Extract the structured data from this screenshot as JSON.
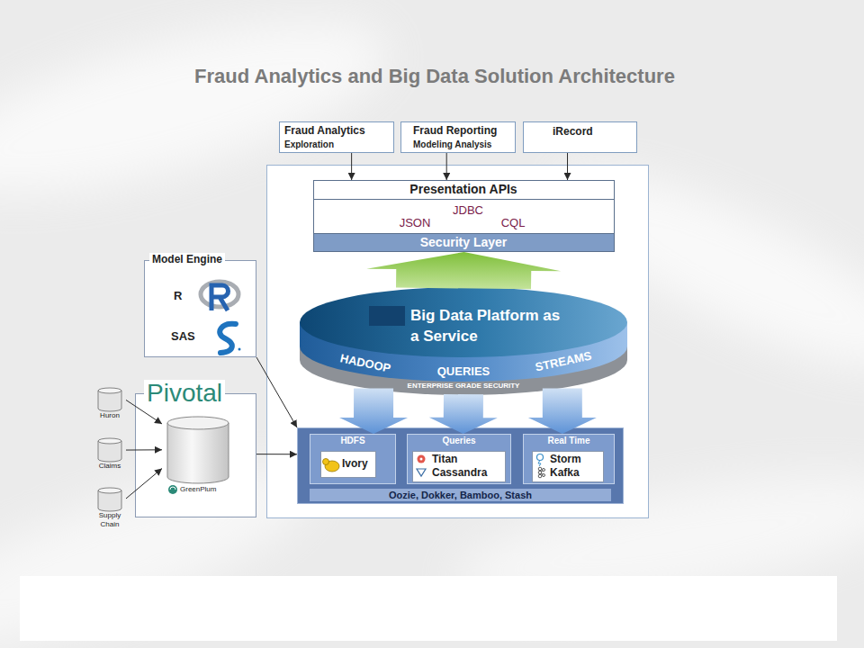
{
  "diagram": {
    "title": "Fraud Analytics and Big Data Solution Architecture",
    "nodes": [
      {
        "text": [
          "Fraud Analytics",
          "Exploration"
        ]
      },
      {
        "text": [
          "Fraud Reporting",
          "Modeling Analysis"
        ]
      },
      {
        "text": [
          "iRecord"
        ]
      },
      {
        "text": [
          "Presentation APIs",
          "JDBC",
          "JSON",
          "CQL"
        ]
      },
      {
        "text": [
          "Security Layer"
        ],
        "in": 3
      },
      {
        "text": [
          "Big Data Platform as a Service",
          "HADOOP",
          "QUERIES",
          "STREAMS",
          "ENTERPRISE GRADE SECURITY"
        ]
      },
      {
        "text": [
          "Model Engine",
          "R",
          "SAS"
        ]
      },
      {
        "text": [
          "Pivotal"
        ]
      },
      {
        "text": [
          "Huron"
        ]
      },
      {
        "text": [
          "Claims"
        ]
      },
      {
        "text": [
          "Supply Chain"
        ]
      },
      {
        "text": [
          "GreenPlum"
        ],
        "in": 7
      },
      {
        "text": [
          "Oozie, Dokker, Bamboo, Stash"
        ]
      },
      {
        "text": [
          "HDFS"
        ],
        "in": 12
      },
      {
        "text": [
          "Ivory"
        ],
        "in": 13
      },
      {
        "text": [
          "Queries"
        ],
        "in": 12
      },
      {
        "text": [
          "Titan",
          "Cassandra"
        ],
        "in": 15
      },
      {
        "text": [
          "Real Time"
        ],
        "in": 12
      },
      {
        "text": [
          "Storm",
          "Kafka"
        ],
        "in": 17
      }
    ],
    "edges": [
      {
        "from": 0,
        "to": 3,
        "arrow": "to"
      },
      {
        "from": 1,
        "to": 3,
        "arrow": "to"
      },
      {
        "from": 2,
        "to": 3,
        "arrow": "to"
      },
      {
        "from": 5,
        "to": 3,
        "arrow": "to"
      },
      {
        "from": 5,
        "to": 13,
        "arrow": "to"
      },
      {
        "from": 5,
        "to": 15,
        "arrow": "to"
      },
      {
        "from": 5,
        "to": 17,
        "arrow": "to"
      },
      {
        "from": 8,
        "to": 11,
        "arrow": "to"
      },
      {
        "from": 9,
        "to": 11,
        "arrow": "to"
      },
      {
        "from": 10,
        "to": 11,
        "arrow": "to"
      },
      {
        "from": 6,
        "to": 12,
        "arrow": "to"
      },
      {
        "from": 7,
        "to": 12,
        "arrow": "to"
      }
    ]
  }
}
